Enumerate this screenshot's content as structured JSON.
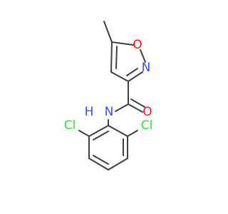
{
  "molecule": {
    "atoms": {
      "O_ring": "O",
      "N_ring": "N",
      "O_carbonyl": "O",
      "N_amide": "N",
      "H_amide": "H",
      "Cl_left": "Cl",
      "Cl_right": "Cl"
    },
    "colors": {
      "bond": "#404040",
      "oxygen": "#ff0d0d",
      "nitrogen": "#3050f8",
      "chlorine": "#1ff01f"
    }
  }
}
